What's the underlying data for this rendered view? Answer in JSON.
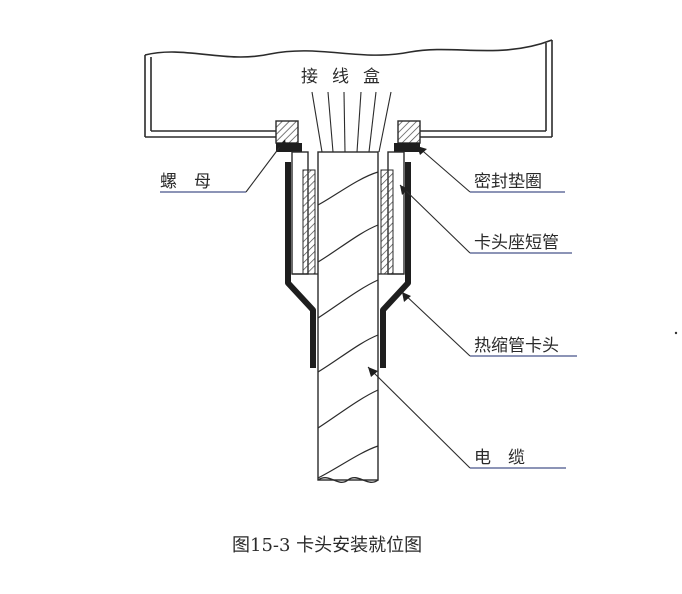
{
  "labels": {
    "junction_box": "接线盒",
    "nut": "螺　母",
    "seal_ring": "密封垫圈",
    "socket_tube": "卡头座短管",
    "shrink_head": "热缩管卡头",
    "cable": "电　缆"
  },
  "caption": "图15-3  卡头安装就位图",
  "colors": {
    "line": "#2b2b2b",
    "fill_dark": "#1e1e1e",
    "hatch": "#444444",
    "leader_underline": "#1a2a6e"
  }
}
